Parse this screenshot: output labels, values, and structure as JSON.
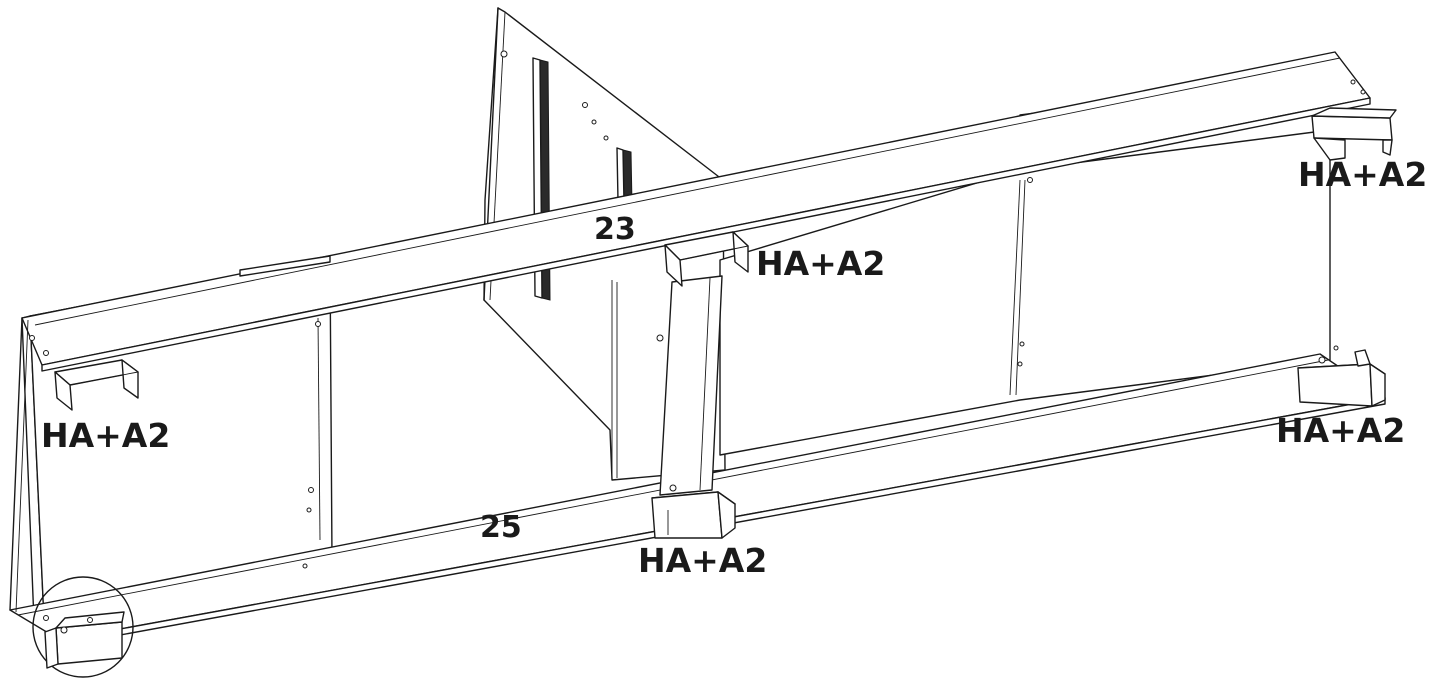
{
  "labels": {
    "part_top_rail": "23",
    "part_bottom_rail": "25",
    "bracket_top_right": "HA+A2",
    "bracket_top_middle": "HA+A2",
    "bracket_top_left": "HA+A2",
    "bracket_bottom_right": "HA+A2",
    "bracket_bottom_middle": "HA+A2"
  },
  "colors": {
    "line": "#1a1a1a",
    "background": "#ffffff"
  }
}
